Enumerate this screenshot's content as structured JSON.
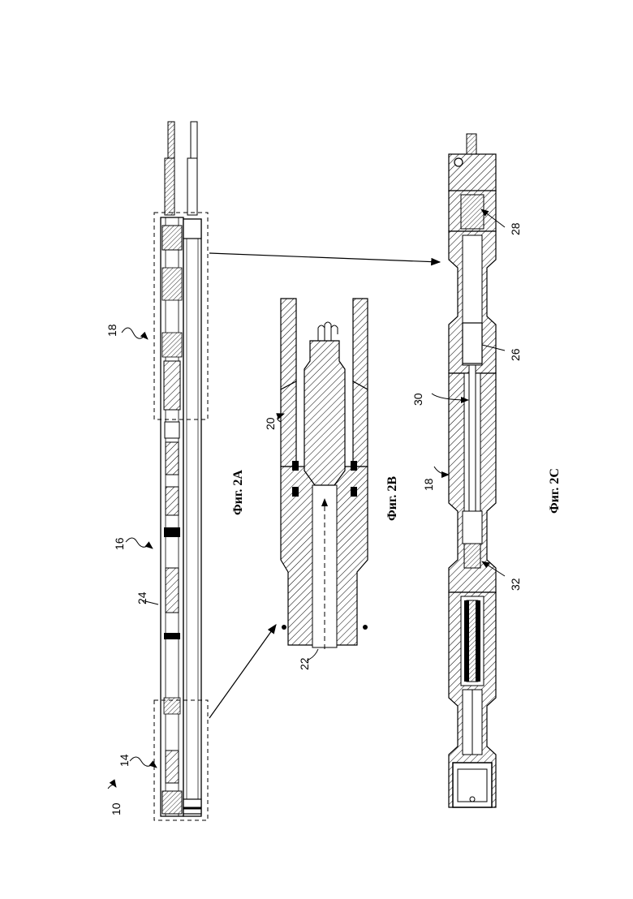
{
  "captions": {
    "fig_2a": "Фиг. 2A",
    "fig_2b": "Фиг. 2B",
    "fig_2c": "Фиг. 2C"
  },
  "reference_numerals": {
    "n10": "10",
    "n14": "14",
    "n16": "16",
    "n18_a": "18",
    "n18_c": "18",
    "n20": "20",
    "n22": "22",
    "n24": "24",
    "n26": "26",
    "n28": "28",
    "n30": "30",
    "n32": "32"
  }
}
